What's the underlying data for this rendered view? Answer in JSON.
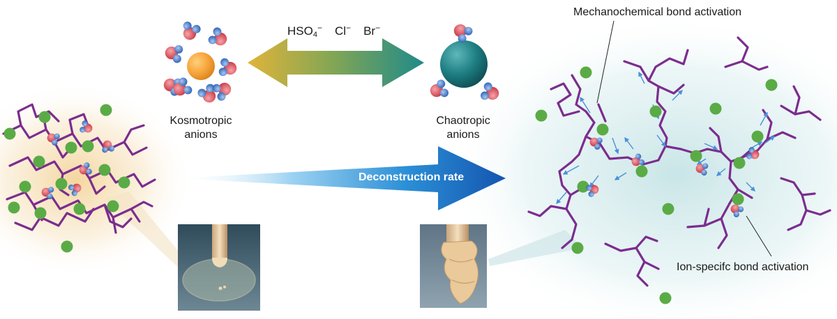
{
  "ions": {
    "hso4": {
      "base": "HSO",
      "sub": "4",
      "charge": "−"
    },
    "cl": {
      "base": "Cl",
      "charge": "−"
    },
    "br": {
      "base": "Br",
      "charge": "−"
    }
  },
  "labels": {
    "kosmo_line1": "Kosmotropic",
    "kosmo_line2": "anions",
    "chao_line1": "Chaotropic",
    "chao_line2": "anions",
    "rate": "Deconstruction rate",
    "mech": "Mechanochemical bond activation",
    "ionspec": "Ion-specifc bond activation"
  },
  "colors": {
    "polymer": "#7b2d8e",
    "crosslinker": "#5aab46",
    "kosmo_sphere": "#f6a33a",
    "chao_sphere": "#1e7f83",
    "rate_arrow": "#1565c0",
    "force_arrows": "#4a90d9",
    "water_o": "#d94e5c",
    "water_h": "#3b74c4"
  }
}
